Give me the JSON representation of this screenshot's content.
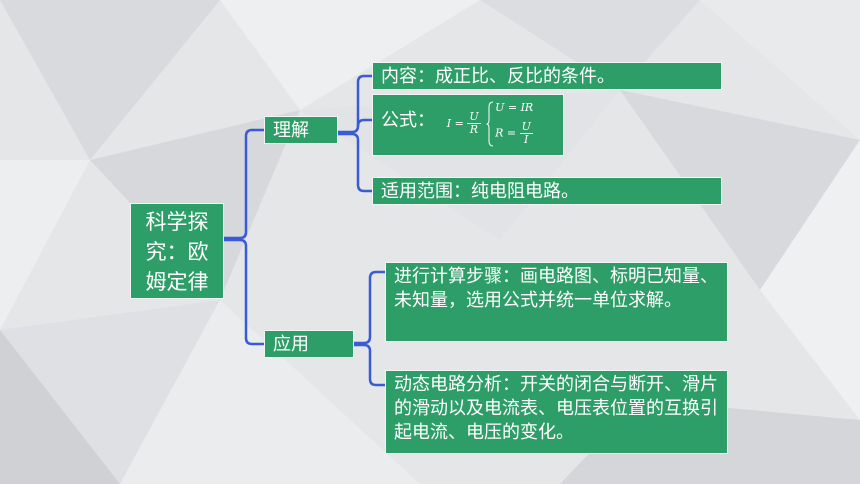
{
  "colors": {
    "box": "#2e9e68",
    "connector": "#3b5bd6",
    "box_text": "#ffffff"
  },
  "root": {
    "label": "科学探究：欧姆定律"
  },
  "branches": {
    "lijie": {
      "label": "理解",
      "content": "内容：成正比、反比的条件。",
      "formula_label": "公式：",
      "formula": {
        "lhs_var": "I",
        "eq": "=",
        "num": "U",
        "den": "R",
        "case1": "U = IR",
        "case2_lhs": "R =",
        "case2_num": "U",
        "case2_den": "I"
      },
      "scope": "适用范围：纯电阻电路。"
    },
    "yingyong": {
      "label": "应用",
      "calc_steps": "进行计算步骤：画电路图、标明已知量、未知量，选用公式并统一单位求解。",
      "dynamic": "动态电路分析：开关的闭合与断开、滑片的滑动以及电流表、电压表位置的互换引起电流、电压的变化。"
    }
  }
}
